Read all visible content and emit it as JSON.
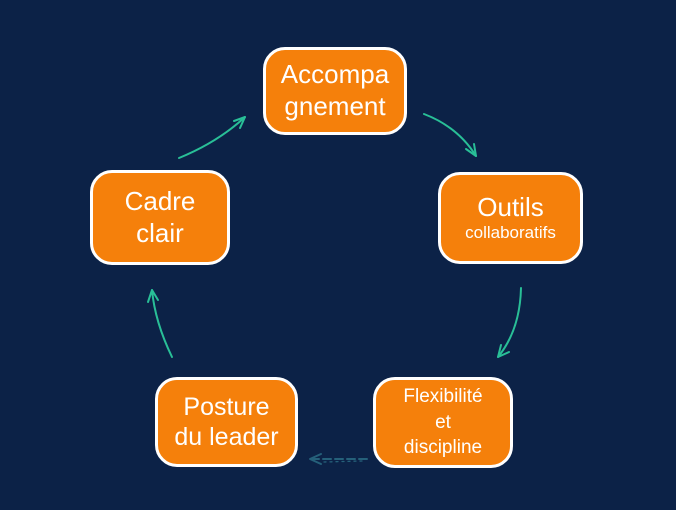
{
  "colors": {
    "background": "#0C2247",
    "node_fill": "#F5800B",
    "node_border": "#FFFFFF",
    "node_text": "#FFFFFF",
    "arrow": "#29BF97",
    "arrow_dim": "#25607A"
  },
  "nodes": [
    {
      "id": "accompagnement",
      "lines": [
        "Accompa",
        "gnement"
      ]
    },
    {
      "id": "outils-collaboratifs",
      "lines": [
        "Outils",
        "collaboratifs"
      ]
    },
    {
      "id": "flexibilite-et-discipline",
      "lines": [
        "Flexibilité",
        "et",
        "discipline"
      ]
    },
    {
      "id": "posture-du-leader",
      "lines": [
        "Posture",
        "du leader"
      ]
    },
    {
      "id": "cadre-clair",
      "lines": [
        "Cadre",
        "clair"
      ]
    }
  ],
  "arrows": [
    {
      "from": "cadre-clair",
      "to": "accompagnement",
      "style": "solid"
    },
    {
      "from": "accompagnement",
      "to": "outils-collaboratifs",
      "style": "solid"
    },
    {
      "from": "outils-collaboratifs",
      "to": "flexibilite-et-discipline",
      "style": "solid"
    },
    {
      "from": "flexibilite-et-discipline",
      "to": "posture-du-leader",
      "style": "dashed"
    },
    {
      "from": "posture-du-leader",
      "to": "cadre-clair",
      "style": "solid"
    }
  ]
}
